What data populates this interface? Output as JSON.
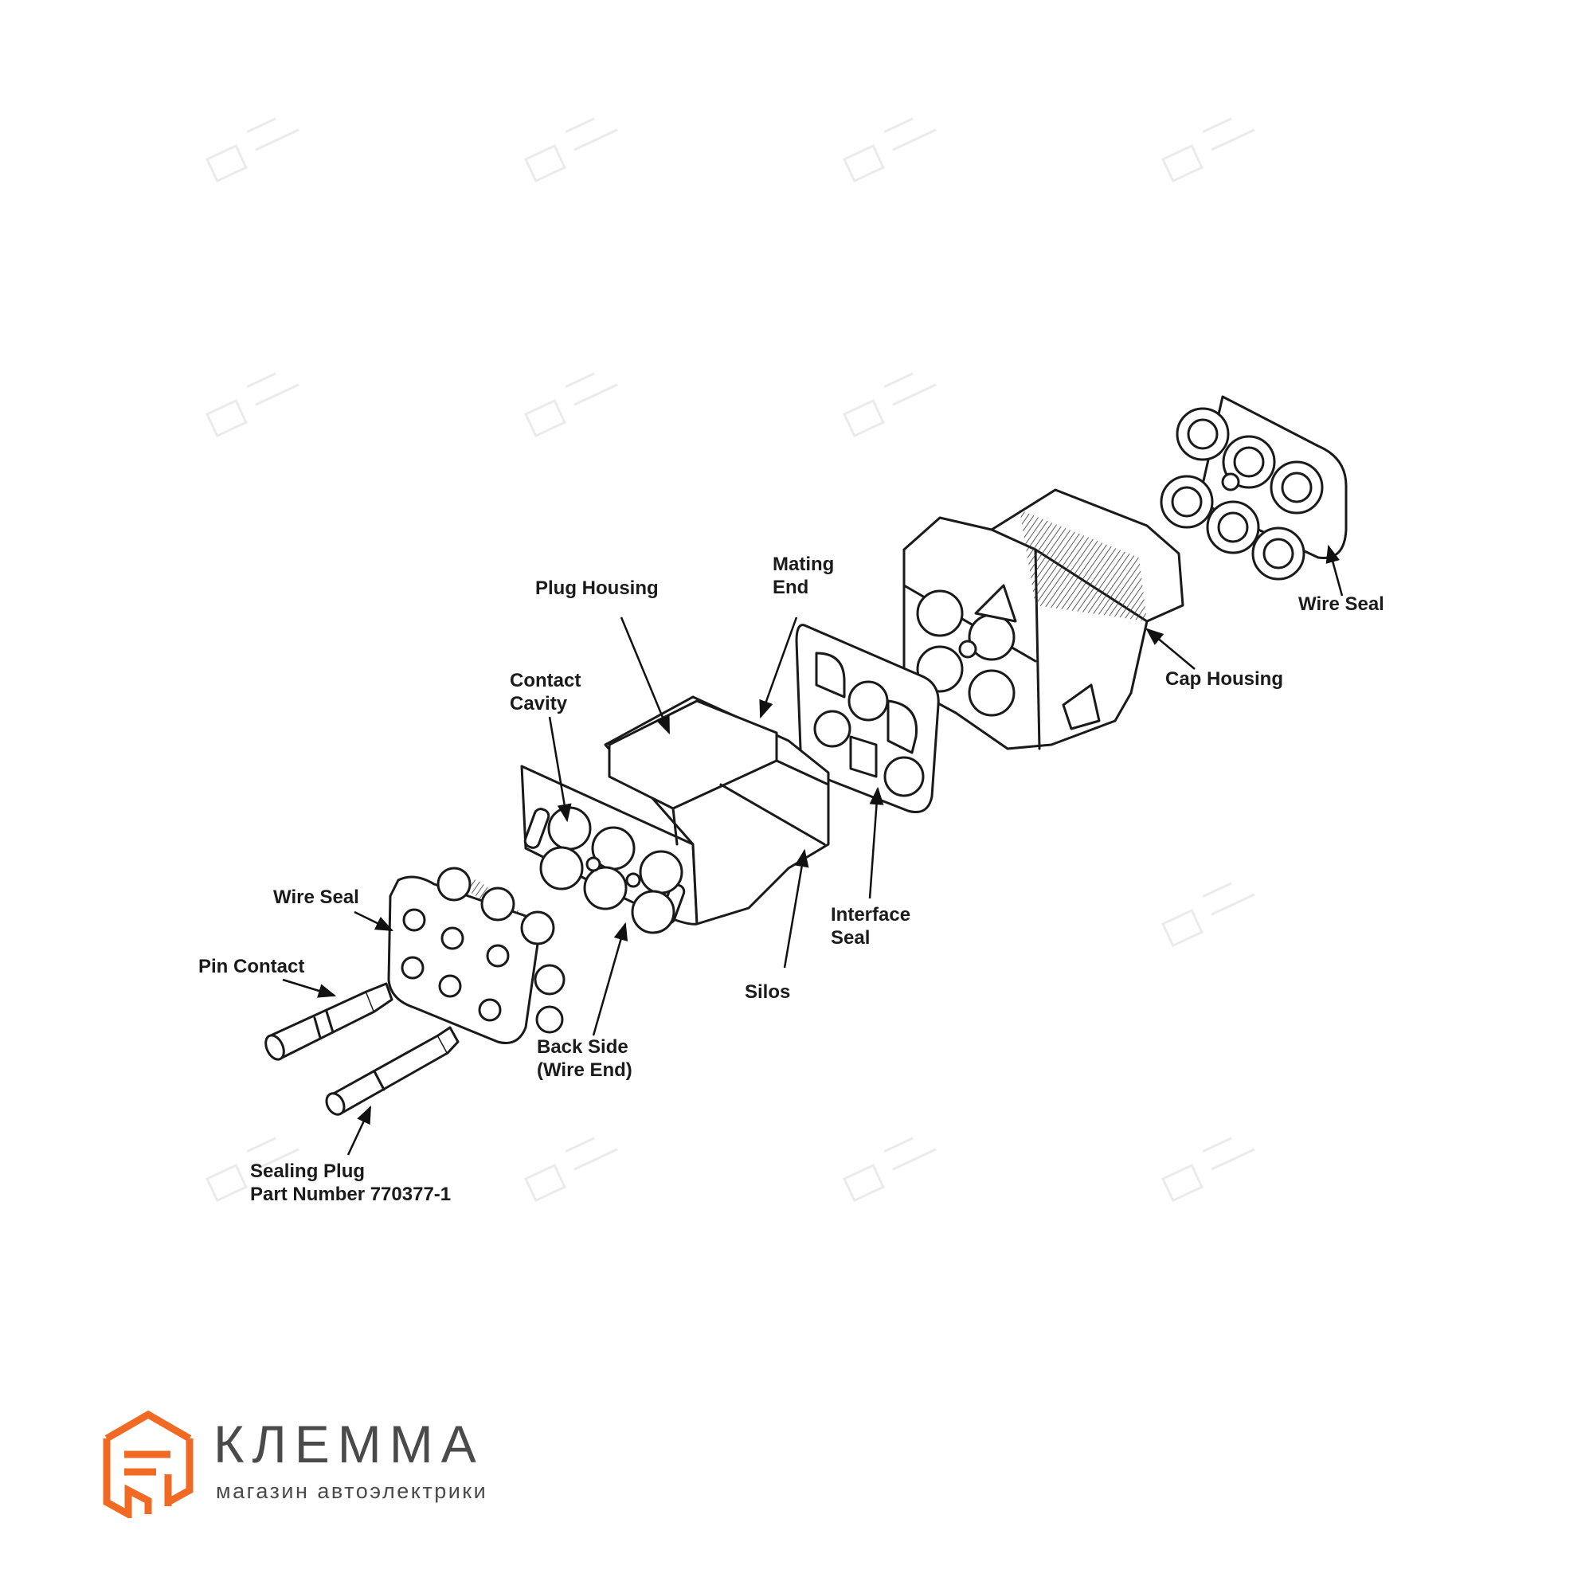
{
  "labels": {
    "plug_housing": "Plug Housing",
    "mating_end": [
      "Mating",
      "End"
    ],
    "contact_cavity": [
      "Contact",
      "Cavity"
    ],
    "wire_seal_right": "Wire Seal",
    "cap_housing": "Cap Housing",
    "wire_seal_left": "Wire Seal",
    "pin_contact": "Pin Contact",
    "interface_seal": [
      "Interface",
      "Seal"
    ],
    "silos": "Silos",
    "back_side": [
      "Back Side",
      "(Wire End)"
    ],
    "sealing_plug": [
      "Sealing Plug",
      "Part Number 770377-1"
    ]
  },
  "brand": {
    "name": "КЛЕММА",
    "tagline": "магазин автоэлектрики",
    "logo_icon": "connector-logo-icon",
    "accent_color": "#f06a23",
    "text_color": "#4a4a4a"
  }
}
